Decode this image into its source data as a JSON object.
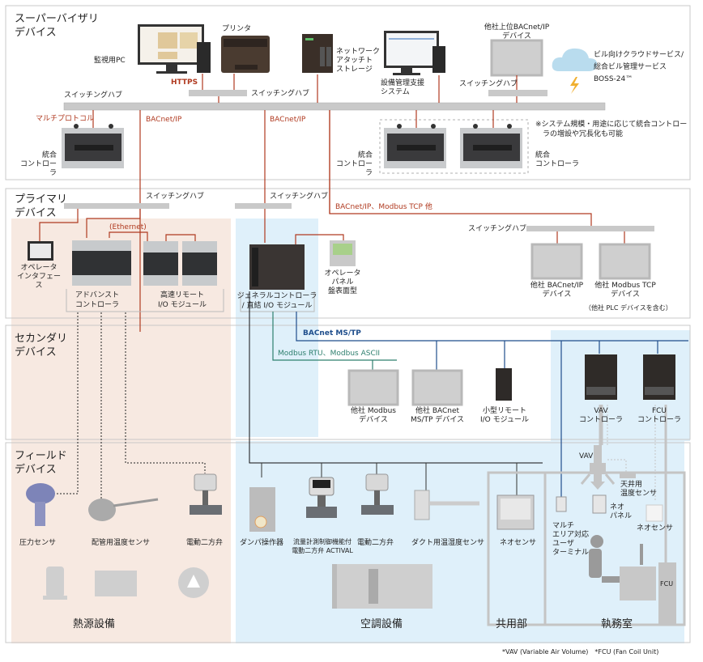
{
  "colors": {
    "ethernet_red": "#b03a20",
    "mstp_blue": "#1f4e8c",
    "modbus_green": "#2e7f6e",
    "heat_zone_bg": "#f7e9e1",
    "hvac_zone_bg": "#dff0fa",
    "hub_gray": "#c9c9c9",
    "device_gray": "#cfcfcf",
    "cloud_blue": "#b9dcee",
    "bolt_orange": "#f0b030"
  },
  "sections": {
    "supervisory": "スーパーバイザリ\nデバイス",
    "primary": "プライマリ\nデバイス",
    "secondary": "セカンダリ\nデバイス",
    "field": "フィールド\nデバイス"
  },
  "supervisory": {
    "monitoring_pc": "監視用PC",
    "printer": "プリンタ",
    "nas": "ネットワーク\nアタッチト\nストレージ",
    "facility_system": "設備管理支援\nシステム",
    "third_party_upper": "他社上位BACnet/IP\nデバイス",
    "cloud_service": "ビル向けクラウドサービス/\n総合ビル管理サービス\nBOSS-24™",
    "https_label": "HTTPS",
    "hub_left": "スイッチングハブ",
    "hub_center": "スイッチングハブ",
    "hub_right": "スイッチングハブ",
    "multiprotocol_label": "マルチプロトコル",
    "bacnet_ip_1": "BACnet/IP",
    "bacnet_ip_2": "BACnet/IP",
    "controller_left": "統合\nコントローラ",
    "controller_mid": "統合\nコントローラ",
    "controller_right": "統合\nコントローラ",
    "note": "※システム規模・用途に応じて統合コントロー\n　ラの増設や冗長化も可能"
  },
  "primary": {
    "hub_left": "スイッチングハブ",
    "hub_mid": "スイッチングハブ",
    "hub_right": "スイッチングハブ",
    "ethernet_label": "(Ethernet)",
    "bacnet_modbus_label": "BACnet/IP、Modbus TCP 他",
    "operator_interface": "オペレータ\nインタフェース",
    "advanced_controller": "アドバンスト\nコントローラ",
    "remote_io": "高速リモート\nI/O モジュール",
    "general_controller": "ジェネラルコントローラ\n/ 直結 I/O モジュール",
    "operator_panel": "オペレータ\nパネル\n盤表面型",
    "third_bacnet_ip": "他社 BACnet/IP\nデバイス",
    "third_modbus_tcp": "他社 Modbus TCP\nデバイス",
    "plc_note": "（他社 PLC デバイスを含む）"
  },
  "secondary": {
    "mstp_label": "BACnet MS/TP",
    "modbus_rtu_label": "Modbus RTU、Modbus ASCII",
    "third_modbus": "他社 Modbus\nデバイス",
    "third_bacnet_mstp": "他社 BACnet\nMS/TP デバイス",
    "small_remote_io": "小型リモート\nI/O モジュール",
    "vav_controller": "VAV\nコントローラ",
    "fcu_controller": "FCU\nコントローラ"
  },
  "field": {
    "pressure_sensor": "圧力センサ",
    "pipe_temp_sensor": "配管用温度センサ",
    "motor_valve_1": "電動二方弁",
    "damper_actuator": "ダンパ操作器",
    "actival": "流量計測制御機能付\n電動二方弁 ACTIVAL",
    "motor_valve_2": "電動二方弁",
    "duct_sensor": "ダクト用温湿度センサ",
    "neo_sensor_common": "ネオセンサ",
    "multi_area_terminal": "マルチ\nエリア対応\nユーザ\nターミナル",
    "vav_label": "VAV",
    "ceiling_sensor": "天井用\n温度センサ",
    "neo_panel": "ネオ\nパネル",
    "neo_sensor_office": "ネオセンサ",
    "fcu_label": "FCU",
    "zone_heat": "熱源設備",
    "zone_hvac": "空調設備",
    "zone_common": "共用部",
    "zone_office": "執務室"
  },
  "footnote": "*VAV (Variable Air Volume)　*FCU (Fan Coil Unit)"
}
